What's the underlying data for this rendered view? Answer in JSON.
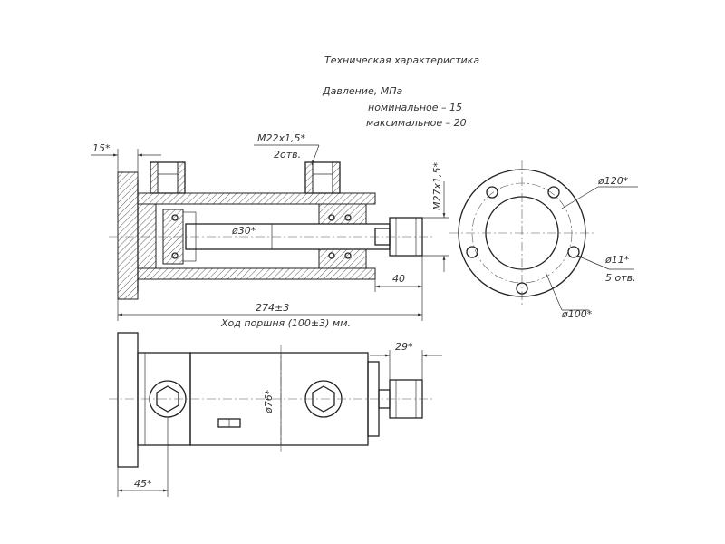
{
  "specs": {
    "title": "Техническая характеристика",
    "pressure": "Давление, МПа",
    "nominal": "номинальное  –  15",
    "maximum": "максимальное – 20"
  },
  "dims": {
    "flange_thickness": "15*",
    "port_thread": "M22x1,5*",
    "port_count": "2отв.",
    "rod_dia": "ø30*",
    "rod_thread": "M27x1,5*",
    "rod_ext": "40",
    "total_length": "274±3",
    "stroke": "Ход поршня (100±3) мм.",
    "bolt_circle": "ø120*",
    "hole_dia": "ø11*",
    "hole_count": "5 отв.",
    "center_dia": "ø100*",
    "nut_width": "29*",
    "body_dia": "ø76*",
    "mount_offset": "45*"
  }
}
